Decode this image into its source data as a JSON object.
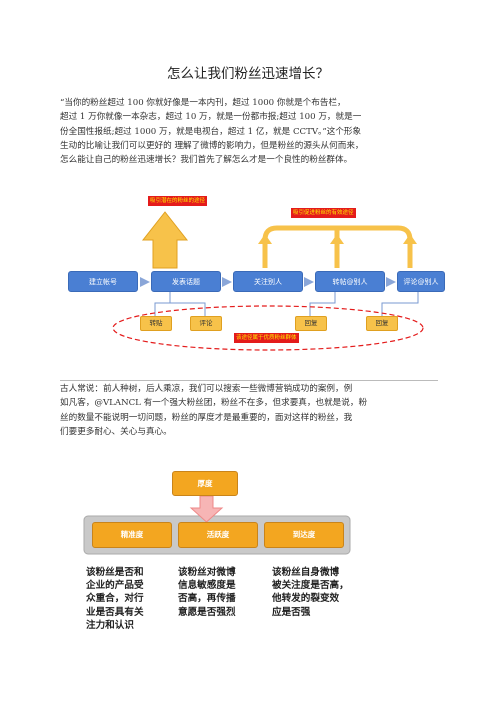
{
  "title": "怎么让我们粉丝迅速增长？",
  "intro_lines": [
    "“当你的粉丝超过 100 你就好像是一本内刊，超过 1000 你就是个布告栏，",
    "超过 1 万你就像一本杂志，超过 10 万，就是一份都市报;超过 100 万，就是一",
    "份全国性报纸;超过 1000 万，就是电视台，超过 1 亿，就是 CCTV。”这个形象",
    "生动的比喻让我们可以更好的  理解了微博的影响力，但是粉丝的源头从何而来，",
    "怎么能让自己的粉丝迅速增长？我们首先了解怎么才是一个良性的粉丝群体。"
  ],
  "flow": {
    "steps": [
      "建立帐号",
      "发表话题",
      "关注别人",
      "转帖@别人",
      "评论@别人"
    ],
    "sub_boxes": [
      "转贴",
      "评论",
      "回复",
      "回复"
    ],
    "label_top_left": "吸引潜在的粉丝的途径",
    "label_top_right": "吸引促进粉丝的有效途径",
    "label_bottom": "该途径属于优质粉丝群体",
    "colors": {
      "blue": "#4a7fd3",
      "orange": "#f7c24a",
      "red": "#e41b1b"
    }
  },
  "proverb_lines": [
    "古人常说：前人种树，后人乘凉，我们可以搜索一些微博营销成功的案例，例",
    "如凡客，@VLANCL 有一个强大粉丝团，粉丝不在多，但求要真，也就是说，粉",
    "丝的数量不能说明一切问题，粉丝的厚度才是最重要的，面对这样的粉丝，我",
    "们要更多耐心、关心与真心。"
  ],
  "thickness": {
    "top": "厚度",
    "items": [
      "精准度",
      "活跃度",
      "到达度"
    ],
    "notes": [
      [
        "该粉丝是否和",
        "企业的产品受",
        "众重合，对行",
        "业是否具有关",
        "注力和认识"
      ],
      [
        "该粉丝对微博",
        "信息敏感度是",
        "否高，再传播",
        "意愿是否强烈"
      ],
      [
        "该粉丝自身微博",
        "被关注度是否高，",
        "他转发的裂变效",
        "应是否强"
      ]
    ]
  }
}
